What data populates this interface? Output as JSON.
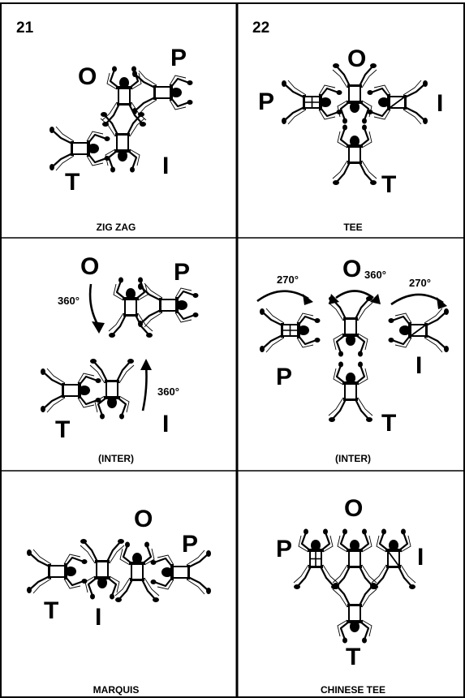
{
  "blocks": {
    "b21": "21",
    "b22": "22"
  },
  "captions": {
    "zigzag": "ZIG ZAG",
    "tee": "TEE",
    "inter_left": "(INTER)",
    "inter_right": "(INTER)",
    "marquis": "MARQUIS",
    "chinese_tee": "CHINESE TEE"
  },
  "jumper_letters": {
    "O": "O",
    "P": "P",
    "T": "T",
    "I": "I"
  },
  "rotations": {
    "r360": "360°",
    "r270": "270°"
  }
}
